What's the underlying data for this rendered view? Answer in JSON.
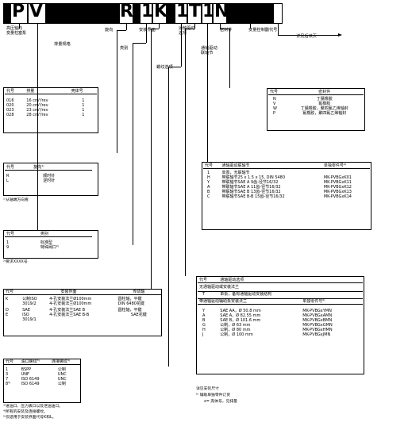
{
  "code": {
    "letters": [
      "P",
      "V",
      "R",
      "1",
      "K",
      "1",
      "T",
      "1",
      "N"
    ]
  },
  "labels": {
    "series": "高压轴向\n变量柱塞泵",
    "displacement": "排量规格",
    "direction": "旋向",
    "category": "类别",
    "mounting": "安装界面",
    "thread_option": "螺纹选项",
    "through_option": "通轴驱动\n选项",
    "through_coupling": "通轴驱动\n联轴节",
    "seal": "密封件",
    "controller": "变量控制器代号",
    "see_page": "详见后续页"
  },
  "displacement_table": {
    "headers": [
      "代号",
      "排量",
      "壳体号"
    ],
    "rows": [
      [
        "016",
        "16 cm³/rev",
        "1"
      ],
      [
        "020",
        "20 cm³/rev",
        "1"
      ],
      [
        "023",
        "23 cm³/rev",
        "1"
      ],
      [
        "028",
        "28 cm³/rev",
        "1"
      ]
    ]
  },
  "direction_table": {
    "headers": [
      "代号",
      "旋向¹⁾"
    ],
    "rows": [
      [
        "R",
        "顺时针"
      ],
      [
        "L",
        "逆时针"
      ]
    ],
    "note": "¹⁾从轴端方向看"
  },
  "category_table": {
    "headers": [
      "代号",
      "类别"
    ],
    "rows": [
      [
        "1",
        "标准型"
      ],
      [
        "9",
        "特殊阀口²⁾"
      ]
    ],
    "note": "²⁾要求XXXX号"
  },
  "mounting_table": {
    "headers": [
      "代号",
      "安装界面",
      "",
      "传动轴"
    ],
    "rows": [
      [
        "K",
        "公制ISO",
        "4-孔安装法兰Ø100mm",
        "圆柱轴，平键"
      ],
      [
        "",
        "3019/2",
        "4-孔安装法兰Ø100mm",
        "DIN 6480花键"
      ],
      [
        "D",
        "SAE",
        "4-孔安装法兰SAE B",
        "圆柱轴，平键"
      ],
      [
        "E",
        "ISO",
        "4-孔安装法兰SAE B-B",
        "SAE花键"
      ],
      [
        "",
        "3019/1",
        "",
        ""
      ]
    ]
  },
  "thread_table": {
    "headers": [
      "代号",
      "油口螺纹³⁾",
      "连接螺纹⁴⁾"
    ],
    "rows": [
      [
        "1",
        "BSPP",
        "公制"
      ],
      [
        "3",
        "UNF",
        "UNC"
      ],
      [
        "7",
        "ISO 6149",
        "UNC"
      ],
      [
        "8⁵⁾",
        "ISO 6149",
        "公制"
      ]
    ],
    "notes": [
      "³⁾进油口、压力表口以及泄油油口。",
      "⁴⁾所有的安装及连接螺纹。",
      "⁵⁾仅适用于安装界面代号K和L。"
    ]
  },
  "seal_table": {
    "headers": [
      "代号",
      "密封件"
    ],
    "rows": [
      [
        "N",
        "丁腈橡胶"
      ],
      [
        "V",
        "氟橡胶"
      ],
      [
        "W",
        "丁腈橡胶，聚四氟乙烯轴封"
      ],
      [
        "P",
        "氟橡胶，聚四氟乙烯轴封"
      ]
    ]
  },
  "coupling_table": {
    "headers": [
      "代号",
      "通轴驱动联轴节",
      "单独零件号⁶⁾"
    ],
    "rows": [
      [
        "1",
        "单泵，无联轴节",
        ""
      ],
      [
        "H",
        "带联轴节25 x 1.5 x 15, DIN 5480",
        "MK-PVBGxK01"
      ],
      [
        "Y",
        "带联轴节SAE A 9齿-径节16/32",
        "MK-PVBGxK11"
      ],
      [
        "A",
        "带联轴节SAE A 11齿-径节16/32",
        "MK-PVBGxK12"
      ],
      [
        "B",
        "带联轴节SAE B 13齿-径节16/32",
        "MK-PVBGxK13"
      ],
      [
        "C",
        "带联轴节SAE B-B 15齿-径节16/32",
        "MK-PVBGxK14"
      ]
    ]
  },
  "through_table": {
    "headers": [
      "代号",
      "通轴驱动选项"
    ],
    "row_none": "无通轴驱动或安装法兰",
    "row_t": [
      "T",
      "单泵，备有通轴驱动安装结构"
    ],
    "sub_headers": [
      "带通轴驱动辅助泵安装法兰",
      "单独零件号⁶⁾"
    ],
    "rows": [
      [
        "Y",
        "SAE AA，Ø 50.8 mm",
        "MK-PVBGxYMN"
      ],
      [
        "A",
        "SAE A，Ø 82.55 mm",
        "MK-PVBGxAMN"
      ],
      [
        "B",
        "SAE B，Ø 101.6 mm",
        "MK-PVBGxBMN"
      ],
      [
        "G",
        "公制，Ø 63 mm",
        "MK-PVBGxGMN"
      ],
      [
        "H",
        "公制，Ø 80 mm",
        "MK-PVBGxHMN"
      ],
      [
        "J",
        "公制，Ø 100 mm",
        "MK-PVBGxJMN"
      ]
    ]
  },
  "footnotes": {
    "line1": "详见安装尺寸",
    "line2": "⁶⁾ 辅助单独零件订货",
    "line3": "x= 壳体号，见排量"
  }
}
